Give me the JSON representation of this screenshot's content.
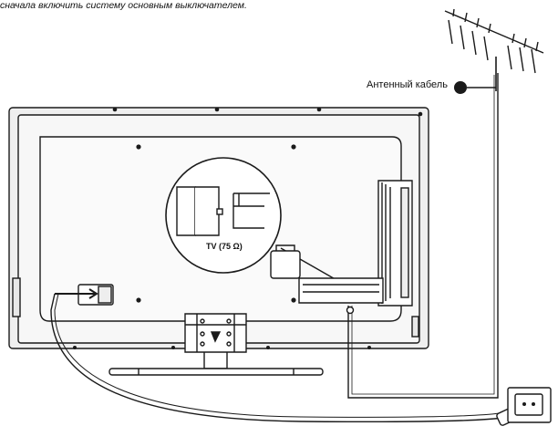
{
  "caption": "сначала включить систему основным выключателем.",
  "antenna_cable_label": "Антенный кабель",
  "port_label": "TV (75 Ω)",
  "colors": {
    "line": "#1a1a1a",
    "panel": "#f4f4f4",
    "frame": "#e6e6e6",
    "background": "#ffffff"
  }
}
